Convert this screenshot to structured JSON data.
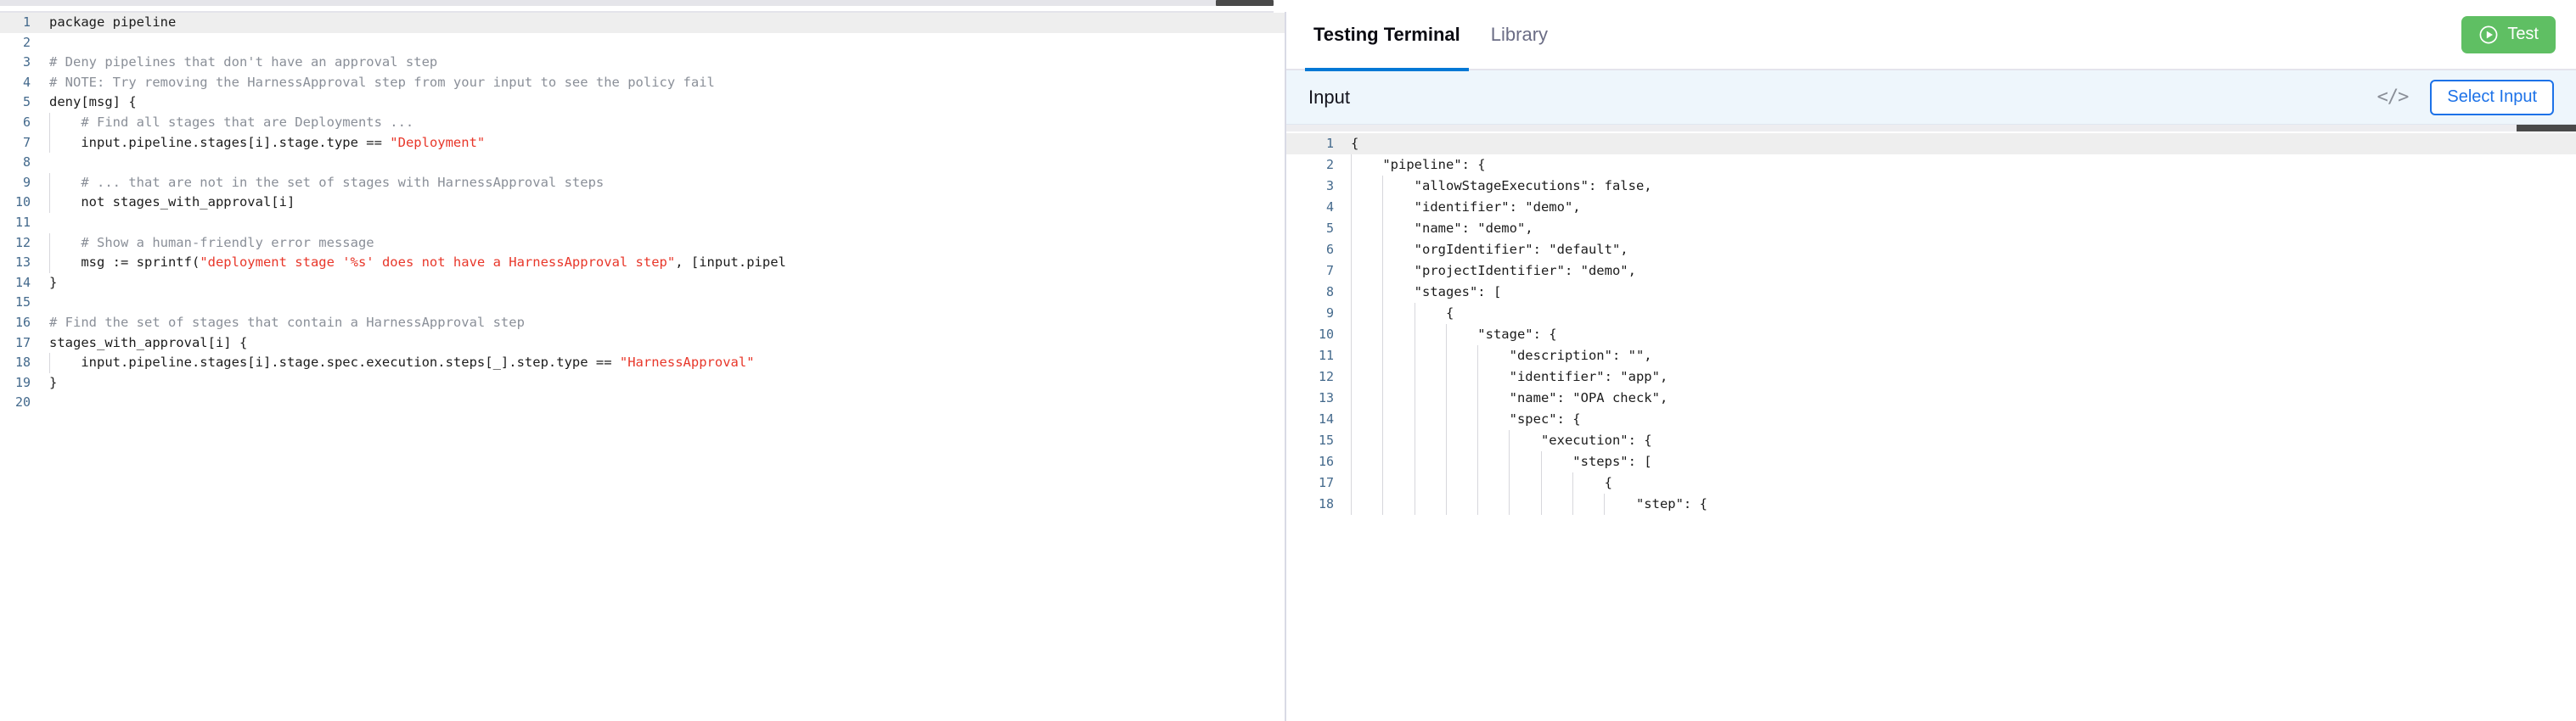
{
  "policy_editor": {
    "name": "rego-policy-editor",
    "language": "rego",
    "active_line": 1,
    "total_lines": 20,
    "lines": [
      {
        "n": "1",
        "text": "package pipeline"
      },
      {
        "n": "2",
        "text": ""
      },
      {
        "n": "3",
        "text": "# Deny pipelines that don't have an approval step"
      },
      {
        "n": "4",
        "text": "# NOTE: Try removing the HarnessApproval step from your input to see the policy fail"
      },
      {
        "n": "5",
        "text": "deny[msg] {"
      },
      {
        "n": "6",
        "text": "    # Find all stages that are Deployments ..."
      },
      {
        "n": "7",
        "text": "    input.pipeline.stages[i].stage.type == \"Deployment\""
      },
      {
        "n": "8",
        "text": ""
      },
      {
        "n": "9",
        "text": "    # ... that are not in the set of stages with HarnessApproval steps"
      },
      {
        "n": "10",
        "text": "    not stages_with_approval[i]"
      },
      {
        "n": "11",
        "text": ""
      },
      {
        "n": "12",
        "text": "    # Show a human-friendly error message"
      },
      {
        "n": "13",
        "text": "    msg := sprintf(\"deployment stage '%s' does not have a HarnessApproval step\", [input.pipel"
      },
      {
        "n": "14",
        "text": "}"
      },
      {
        "n": "15",
        "text": ""
      },
      {
        "n": "16",
        "text": "# Find the set of stages that contain a HarnessApproval step"
      },
      {
        "n": "17",
        "text": "stages_with_approval[i] {"
      },
      {
        "n": "18",
        "text": "    input.pipeline.stages[i].stage.spec.execution.steps[_].step.type == \"HarnessApproval\""
      },
      {
        "n": "19",
        "text": "}"
      },
      {
        "n": "20",
        "text": ""
      }
    ]
  },
  "terminal": {
    "tabs": [
      {
        "label": "Testing Terminal",
        "active": true
      },
      {
        "label": "Library",
        "active": false
      }
    ],
    "test_button": {
      "label": "Test",
      "icon": "play-circle-icon",
      "color": "#5fbf63"
    },
    "input_bar": {
      "label": "Input",
      "code_icon": "</>",
      "select_input_label": "Select Input",
      "accent": "#1d72e8",
      "background": "#eef6fc"
    }
  },
  "input_editor": {
    "name": "json-input-editor",
    "language": "json",
    "active_line": 1,
    "lines": [
      {
        "n": "1",
        "text": "{",
        "indent": 0
      },
      {
        "n": "2",
        "text": "    \"pipeline\": {",
        "indent": 1
      },
      {
        "n": "3",
        "text": "        \"allowStageExecutions\": false,",
        "indent": 2
      },
      {
        "n": "4",
        "text": "        \"identifier\": \"demo\",",
        "indent": 2
      },
      {
        "n": "5",
        "text": "        \"name\": \"demo\",",
        "indent": 2
      },
      {
        "n": "6",
        "text": "        \"orgIdentifier\": \"default\",",
        "indent": 2
      },
      {
        "n": "7",
        "text": "        \"projectIdentifier\": \"demo\",",
        "indent": 2
      },
      {
        "n": "8",
        "text": "        \"stages\": [",
        "indent": 2
      },
      {
        "n": "9",
        "text": "            {",
        "indent": 3
      },
      {
        "n": "10",
        "text": "                \"stage\": {",
        "indent": 4
      },
      {
        "n": "11",
        "text": "                    \"description\": \"\",",
        "indent": 5
      },
      {
        "n": "12",
        "text": "                    \"identifier\": \"app\",",
        "indent": 5
      },
      {
        "n": "13",
        "text": "                    \"name\": \"OPA check\",",
        "indent": 5
      },
      {
        "n": "14",
        "text": "                    \"spec\": {",
        "indent": 5
      },
      {
        "n": "15",
        "text": "                        \"execution\": {",
        "indent": 6
      },
      {
        "n": "16",
        "text": "                            \"steps\": [",
        "indent": 7
      },
      {
        "n": "17",
        "text": "                                {",
        "indent": 8
      },
      {
        "n": "18",
        "text": "                                    \"step\": {",
        "indent": 9
      }
    ]
  }
}
